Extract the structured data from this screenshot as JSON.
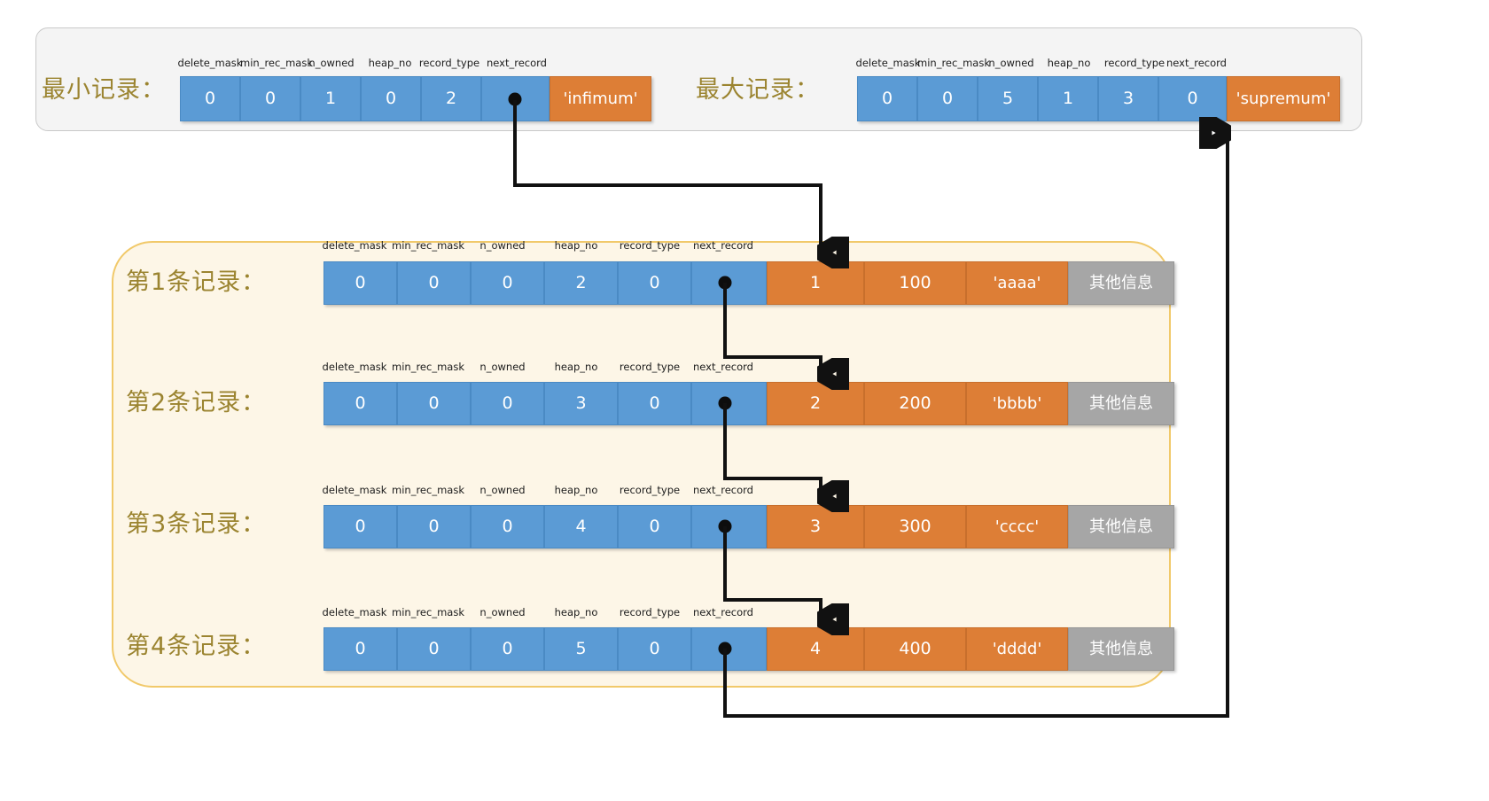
{
  "diagram": {
    "title_note": "InnoDB record linked-list (next_record) diagram",
    "colors": {
      "header_cell": "#5b9bd5",
      "data_cell": "#dd7e36",
      "other_cell": "#a6a6a6",
      "panel_top_bg": "#f4f4f4",
      "panel_records_bg": "#fdf6e7",
      "panel_records_border": "#f1c96a",
      "label_text": "#9b8430",
      "link_stroke": "#111111"
    }
  },
  "field_captions": [
    "delete_mask",
    "min_rec_mask",
    "n_owned",
    "heap_no",
    "record_type",
    "next_record"
  ],
  "system_records": {
    "min": {
      "label": "最小记录：",
      "values": [
        "0",
        "0",
        "1",
        "0",
        "2"
      ],
      "next_record": "",
      "name": "'infimum'"
    },
    "max": {
      "label": "最大记录：",
      "values": [
        "0",
        "0",
        "5",
        "1",
        "3"
      ],
      "next_record": "0",
      "name": "'supremum'"
    }
  },
  "user_records": [
    {
      "label": "第1条记录：",
      "header": [
        "0",
        "0",
        "0",
        "2",
        "0"
      ],
      "next_record": "",
      "columns": [
        "1",
        "100",
        "'aaaa'"
      ],
      "other": "其他信息"
    },
    {
      "label": "第2条记录：",
      "header": [
        "0",
        "0",
        "0",
        "3",
        "0"
      ],
      "next_record": "",
      "columns": [
        "2",
        "200",
        "'bbbb'"
      ],
      "other": "其他信息"
    },
    {
      "label": "第3条记录：",
      "header": [
        "0",
        "0",
        "0",
        "4",
        "0"
      ],
      "next_record": "",
      "columns": [
        "3",
        "300",
        "'cccc'"
      ],
      "other": "其他信息"
    },
    {
      "label": "第4条记录：",
      "header": [
        "0",
        "0",
        "0",
        "5",
        "0"
      ],
      "next_record": "",
      "columns": [
        "4",
        "400",
        "'dddd'"
      ],
      "other": "其他信息"
    }
  ]
}
